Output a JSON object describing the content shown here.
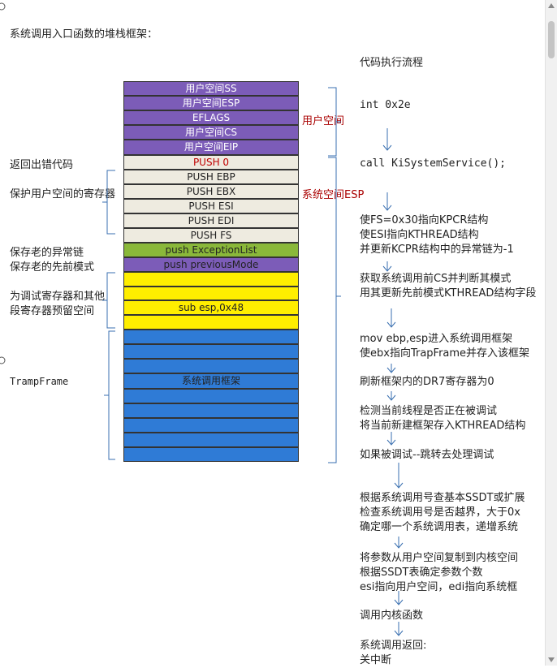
{
  "title": "系统调用入口函数的堆栈框架：",
  "flow_title": "代码执行流程",
  "stack": [
    {
      "label": "用户空间SS",
      "style": "purple"
    },
    {
      "label": "用户空间ESP",
      "style": "purple"
    },
    {
      "label": "EFLAGS",
      "style": "purple"
    },
    {
      "label": "用户空间CS",
      "style": "purple"
    },
    {
      "label": "用户空间EIP",
      "style": "purple"
    },
    {
      "label": "PUSH 0",
      "style": "beige red-text"
    },
    {
      "label": "PUSH EBP",
      "style": "beige"
    },
    {
      "label": "PUSH EBX",
      "style": "beige"
    },
    {
      "label": "PUSH ESI",
      "style": "beige"
    },
    {
      "label": "PUSH EDI",
      "style": "beige"
    },
    {
      "label": "PUSH FS",
      "style": "beige"
    },
    {
      "label": "push ExceptionList",
      "style": "green"
    },
    {
      "label": "push previousMode",
      "style": "purple"
    },
    {
      "label": "sub esp,0x48",
      "style": "yellow"
    },
    {
      "label": "系统调用框架",
      "style": "blue"
    }
  ],
  "left_labels": {
    "return_error": "返回出错代码",
    "protect_regs": "保护用户空间的寄存器",
    "save_exception": "保存老的异常链",
    "save_mode": "保存老的先前模式",
    "reserve_1": "为调试寄存器和其他",
    "reserve_2": "段寄存器预留空间",
    "trapframe": "TrampFrame"
  },
  "mid_labels": {
    "user_space": "用户空间",
    "system_esp": "系统空间ESP"
  },
  "flow": {
    "int": "int 0x2e",
    "call": "call KiSystemService();",
    "b1": [
      "使FS=0x30指向KPCR结构",
      "使ESI指向KTHREAD结构",
      "并更新KCPR结构中的异常链为-1"
    ],
    "b2": [
      "获取系统调用前CS并判断其模式",
      "用其更新先前模式KTHREAD结构字段"
    ],
    "b3": [
      "mov ebp,esp进入系统调用框架",
      "使ebx指向TrapFrame并存入该框架"
    ],
    "b4": [
      "刷新框架内的DR7寄存器为0"
    ],
    "b5": [
      "检测当前线程是否正在被调试",
      "将当前新建框架存入KTHREAD结构"
    ],
    "b6": [
      "如果被调试--跳转去处理调试"
    ],
    "b7": [
      "根据系统调用号查基本SSDT或扩展",
      "检查系统调用号是否越界，大于0x",
      "确定哪一个系统调用表，递增系统"
    ],
    "b8": [
      "将参数从用户空间复制到内核空间",
      "根据SSDT表确定参数个数",
      "esi指向用户空间，edi指向系统框"
    ],
    "b9": [
      "调用内核函数"
    ],
    "b10": [
      "系统调用返回:",
      "关中断"
    ]
  }
}
